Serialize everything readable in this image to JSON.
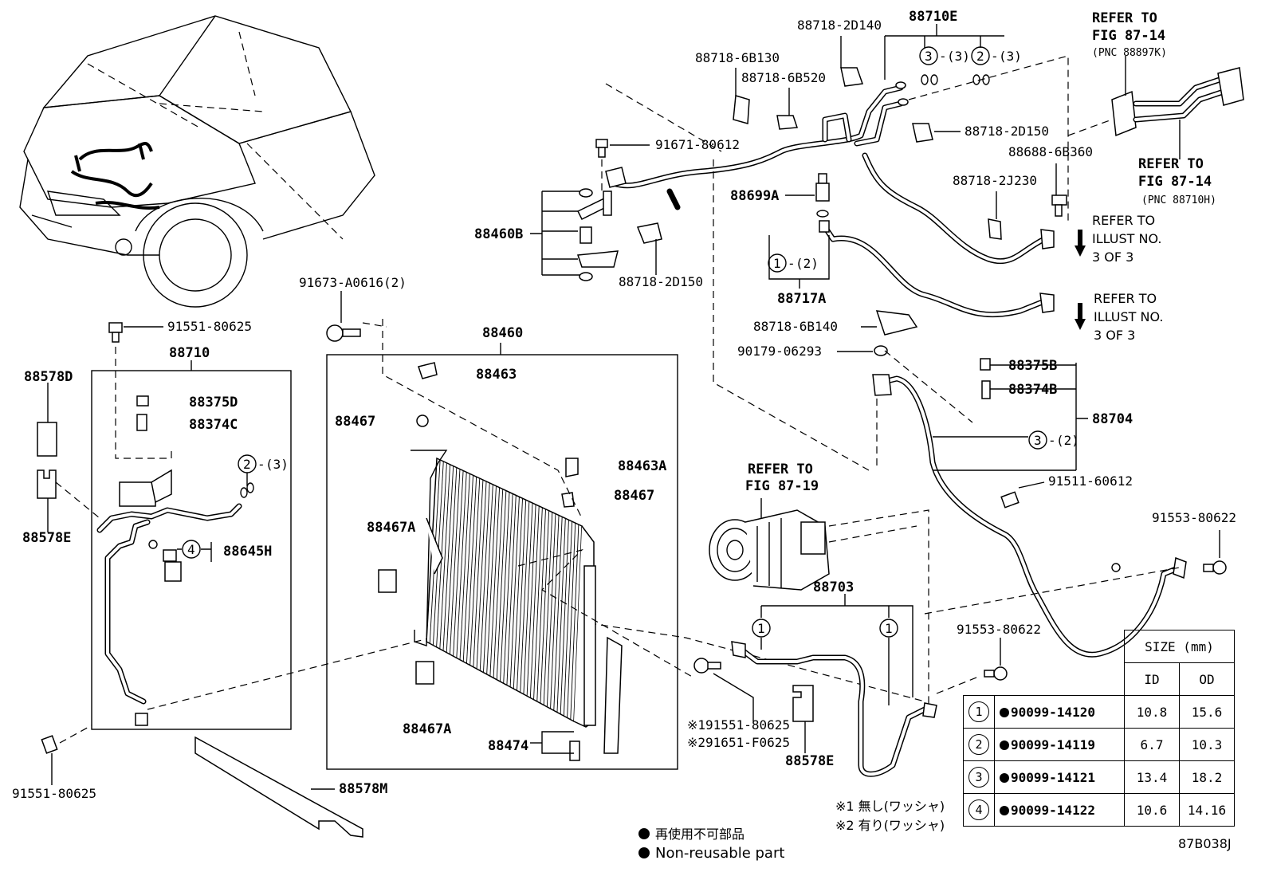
{
  "parts": {
    "p88710E": "88710E",
    "p88718_2D140": "88718-2D140",
    "p88718_6B130": "88718-6B130",
    "p88718_6B520": "88718-6B520",
    "p91671_80612": "91671-80612",
    "p88718_2D150a": "88718-2D150",
    "p88688_6B360": "88688-6B360",
    "p88718_2J230": "88718-2J230",
    "p88699A": "88699A",
    "p88460B": "88460B",
    "p88718_2D150b": "88718-2D150",
    "p88717A": "88717A",
    "p88718_6B140": "88718-6B140",
    "p90179_06293": "90179-06293",
    "p88375B": "88375B",
    "p88374B": "88374B",
    "p88704": "88704",
    "p91511_60612": "91511-60612",
    "p91553_80622a": "91553-80622",
    "p91553_80622b": "91553-80622",
    "p88703": "88703",
    "p91673_A0616": "91673-A0616(2)",
    "p91551_80625a": "91551-80625",
    "p88710": "88710",
    "p88460": "88460",
    "p88578D": "88578D",
    "p88375D": "88375D",
    "p88374C": "88374C",
    "p88463": "88463",
    "p88467a": "88467",
    "p88463A": "88463A",
    "p88467b": "88467",
    "p88578E_a": "88578E",
    "p88645H": "88645H",
    "p88467A_a": "88467A",
    "p88467A_b": "88467A",
    "p88474": "88474",
    "p91551_80625b": "91551-80625",
    "p88578M": "88578M",
    "p91551_80625c": "※191551-80625",
    "p91651_F0625": "※291651-F0625",
    "p88578E_b": "88578E"
  },
  "qty": {
    "c3_3": "(3)",
    "c2_3a": "(3)",
    "c1_2": "(2)",
    "c3_2": "(2)",
    "c2_3b": "(3)"
  },
  "circles": {
    "one": "1",
    "two": "2",
    "three": "3",
    "four": "4"
  },
  "refs": {
    "fig87_14a_l1": "REFER TO",
    "fig87_14a_l2": "FIG 87-14",
    "fig87_14a_pnc": "(PNC 88897K)",
    "fig87_14b_l1": "REFER TO",
    "fig87_14b_l2": "FIG 87-14",
    "fig87_14b_pnc": "(PNC 88710H)",
    "illust_a_l1": "REFER TO",
    "illust_a_l2": "ILLUST NO.",
    "illust_a_l3": "3 OF 3",
    "illust_b_l1": "REFER TO",
    "illust_b_l2": "ILLUST NO.",
    "illust_b_l3": "3 OF 3",
    "fig87_19_l1": "REFER TO",
    "fig87_19_l2": "FIG 87-19"
  },
  "notes": {
    "washer1": "※1 無し(ワッシャ)",
    "washer2": "※2 有り(ワッシャ)",
    "legend_jp": "再使用不可部品",
    "legend_en": "Non-reusable part",
    "code": "87B038J"
  },
  "size_table": {
    "header": "SIZE (mm)",
    "col_id": "ID",
    "col_od": "OD",
    "rows": [
      {
        "no": "1",
        "pn": "90099-14120",
        "id": "10.8",
        "od": "15.6"
      },
      {
        "no": "2",
        "pn": "90099-14119",
        "id": "6.7",
        "od": "10.3"
      },
      {
        "no": "3",
        "pn": "90099-14121",
        "id": "13.4",
        "od": "18.2"
      },
      {
        "no": "4",
        "pn": "90099-14122",
        "id": "10.6",
        "od": "14.16"
      }
    ]
  }
}
